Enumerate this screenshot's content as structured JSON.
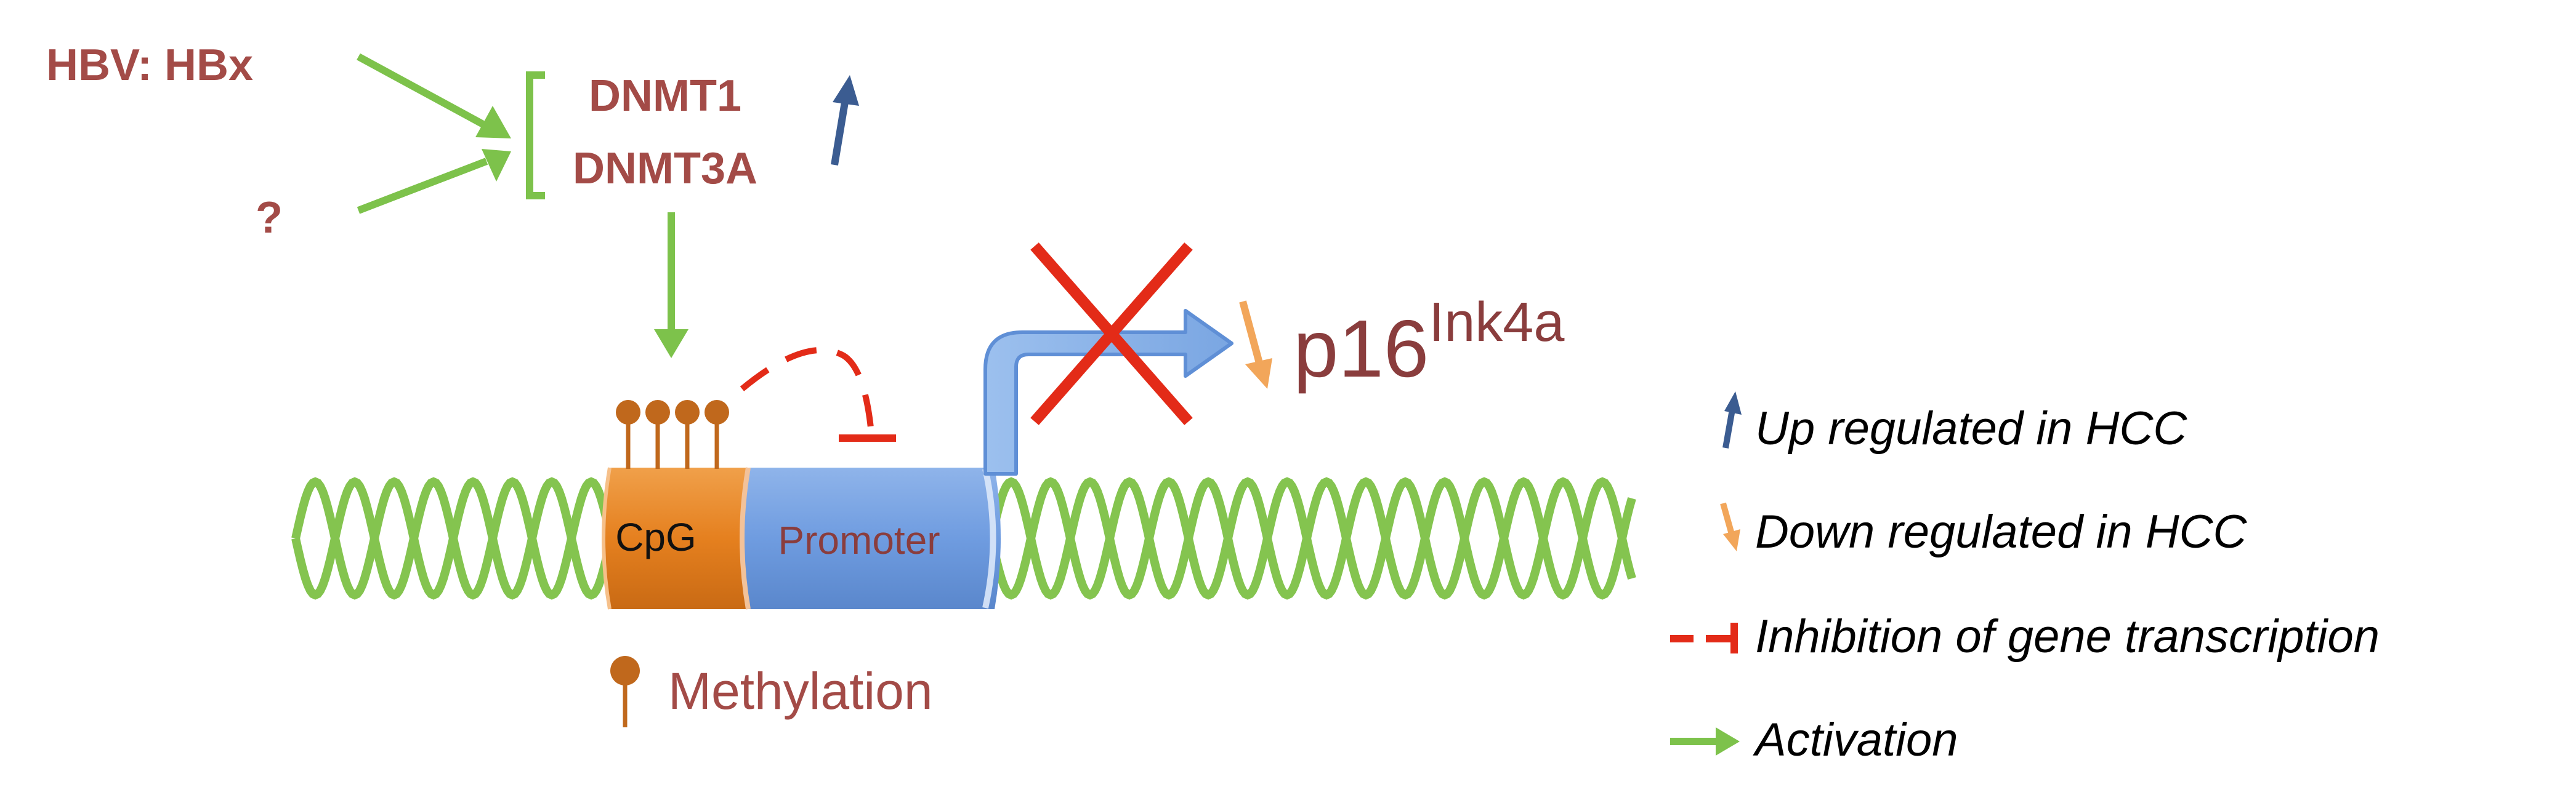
{
  "inputs": {
    "hbv": "HBV: HBx",
    "unknown": "?"
  },
  "enzymes": {
    "dnmt1": "DNMT1",
    "dnmt3a": "DNMT3A"
  },
  "dna": {
    "cpg_label": "CpG",
    "promoter_label": "Promoter"
  },
  "gene": {
    "name": "p16",
    "superscript": "Ink4a"
  },
  "methylation_label": "Methylation",
  "legend": {
    "up": "Up regulated in HCC",
    "down": "Down regulated in HCC",
    "inhibition": "Inhibition of gene transcription",
    "activation": "Activation"
  },
  "colors": {
    "label_red": "#a34b47",
    "activation_green": "#7dc24b",
    "up_blue": "#3b5c91",
    "down_orange": "#f2a65a",
    "inhibition_red": "#e8301e",
    "cpg_orange": "#e5801f",
    "promoter_blue": "#6f9ce0",
    "methyl_brown": "#c0681c",
    "dna_green": "#84c44f"
  }
}
